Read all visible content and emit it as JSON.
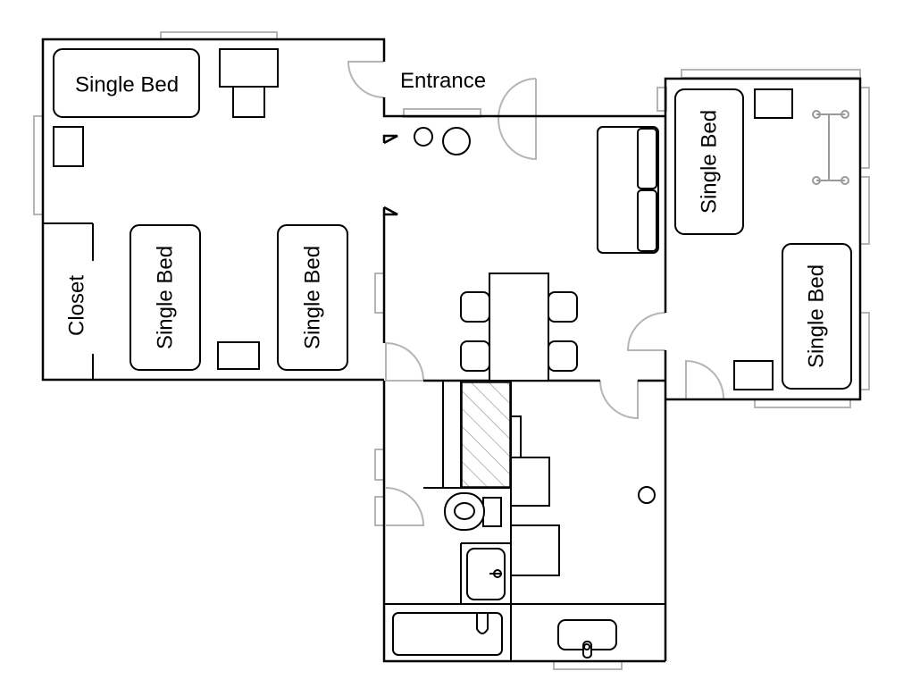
{
  "labels": {
    "entrance": "Entrance",
    "closet": "Closet",
    "bed_1": "Single Bed",
    "bed_2": "Single Bed",
    "bed_3": "Single Bed",
    "bed_4": "Single Bed",
    "bed_5": "Single Bed"
  },
  "colors": {
    "wall": "#000000",
    "door": "#b5b5b5",
    "window": "#b5b5b5",
    "background": "#ffffff"
  }
}
